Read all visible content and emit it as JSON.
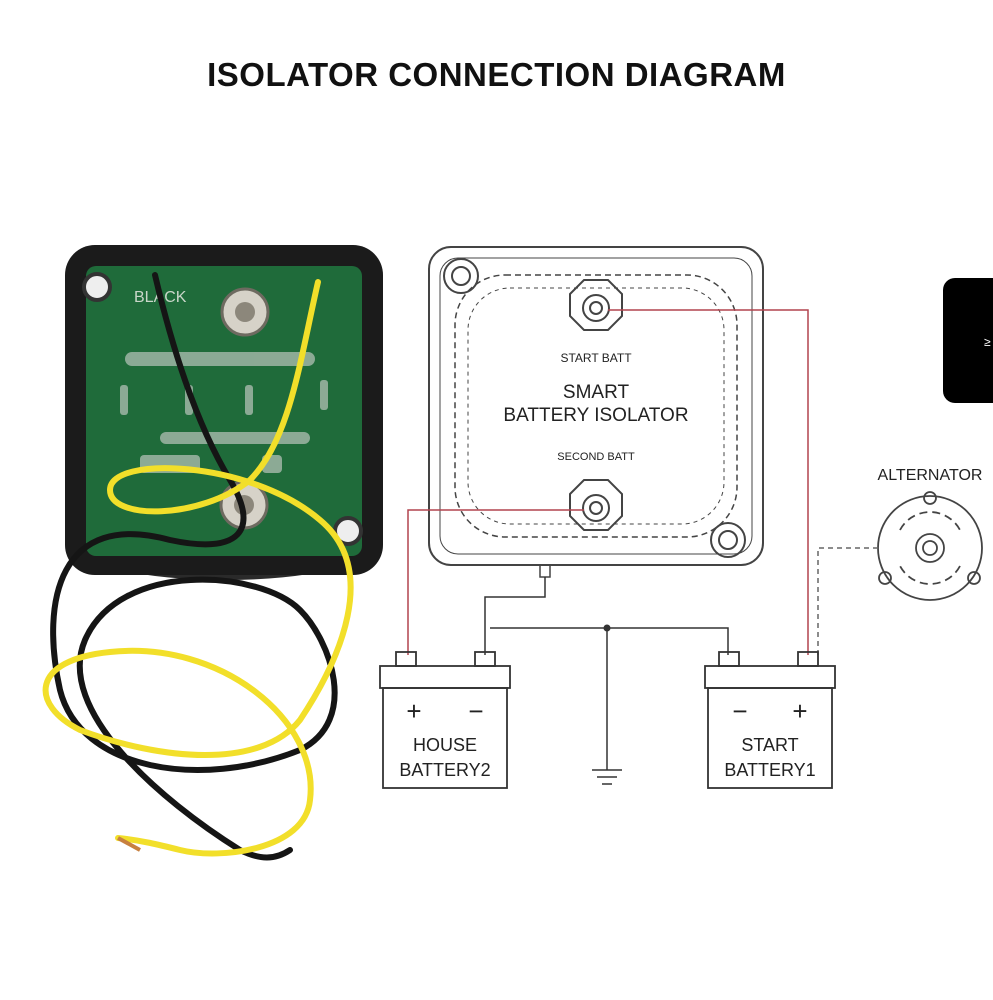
{
  "title": "ISOLATOR CONNECTION DIAGRAM",
  "photo": {
    "pcb_label": "BLACK",
    "pcb_color": "#1f6b3a",
    "housing_color": "#1b1b1b",
    "wire_colors": [
      "#f2df2a",
      "#151515"
    ]
  },
  "isolator": {
    "title_line1": "SMART",
    "title_line2": "BATTERY ISOLATOR",
    "top_terminal_label": "START BATT",
    "bottom_terminal_label": "SECOND BATT"
  },
  "alternator": {
    "label": "ALTERNATOR"
  },
  "house_battery": {
    "line1": "HOUSE",
    "line2": "BATTERY2",
    "symbols": [
      "+",
      "−"
    ]
  },
  "start_battery": {
    "line1": "START",
    "line2": "BATTERY1",
    "symbols": [
      "−",
      "+"
    ]
  },
  "wire_colors": {
    "positive": "#b2444f",
    "ground": "#333333",
    "alternator": "#666666"
  },
  "side_tab": {
    "color": "#000000",
    "glyph": "≥"
  }
}
